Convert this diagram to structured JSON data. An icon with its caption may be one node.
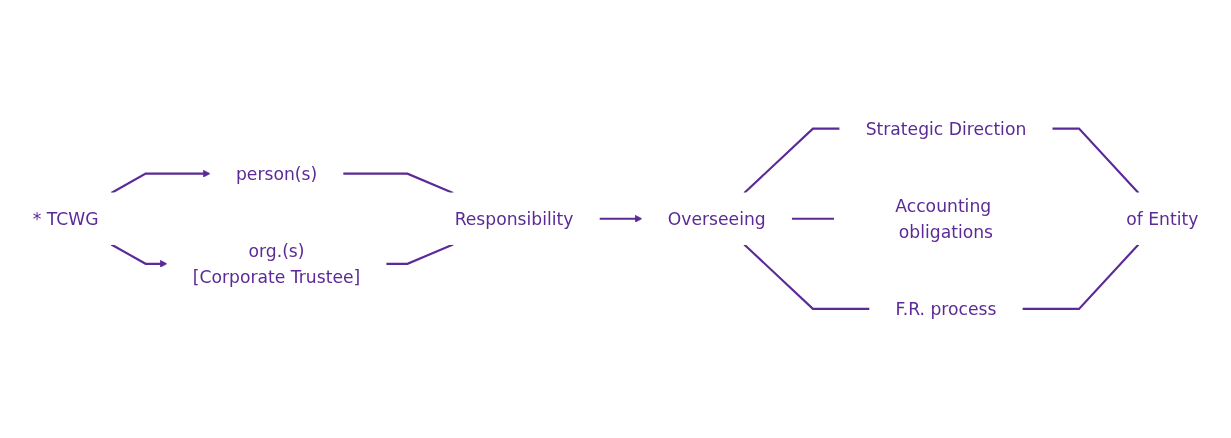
{
  "diagram": {
    "nodes": [
      {
        "text": [
          "* TCWG"
        ]
      },
      {
        "text": [
          "person(s)"
        ]
      },
      {
        "text": [
          "org.(s)",
          "[Corporate Trustee]"
        ]
      },
      {
        "text": [
          "Responsibility"
        ]
      },
      {
        "text": [
          "Overseeing"
        ]
      },
      {
        "text": [
          "Strategic Direction"
        ]
      },
      {
        "text": [
          "Accounting obligations"
        ]
      },
      {
        "text": [
          "F.R. process"
        ]
      },
      {
        "text": [
          "of Entity"
        ]
      }
    ],
    "edges": [
      {
        "from": 0,
        "to": 1,
        "arrow": "to"
      },
      {
        "from": 0,
        "to": 2,
        "arrow": "to"
      },
      {
        "from": 1,
        "to": 3,
        "arrow": "none"
      },
      {
        "from": 2,
        "to": 3,
        "arrow": "none"
      },
      {
        "from": 3,
        "to": 4,
        "arrow": "to"
      },
      {
        "from": 4,
        "to": 5,
        "arrow": "none"
      },
      {
        "from": 4,
        "to": 6,
        "arrow": "none"
      },
      {
        "from": 4,
        "to": 7,
        "arrow": "none"
      },
      {
        "from": 5,
        "to": 8,
        "arrow": "none"
      },
      {
        "from": 7,
        "to": 8,
        "arrow": "none"
      }
    ]
  }
}
